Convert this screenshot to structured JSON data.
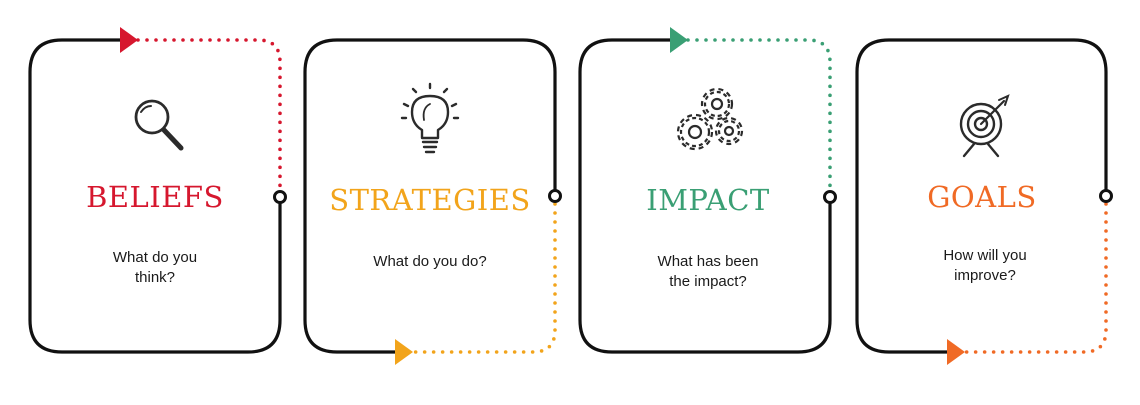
{
  "cards": [
    {
      "title": "BELIEFS",
      "subtitle": "What do you\nthink?",
      "color": "#d6172e",
      "icon": "magnifier-icon"
    },
    {
      "title": "STRATEGIES",
      "subtitle": "What do you do?",
      "color": "#f2a41b",
      "icon": "lightbulb-icon"
    },
    {
      "title": "IMPACT",
      "subtitle": "What has been\nthe impact?",
      "color": "#3a9f74",
      "icon": "gears-icon"
    },
    {
      "title": "GOALS",
      "subtitle": "How will you\nimprove?",
      "color": "#f06a25",
      "icon": "target-icon"
    }
  ],
  "line_color": "#111111"
}
